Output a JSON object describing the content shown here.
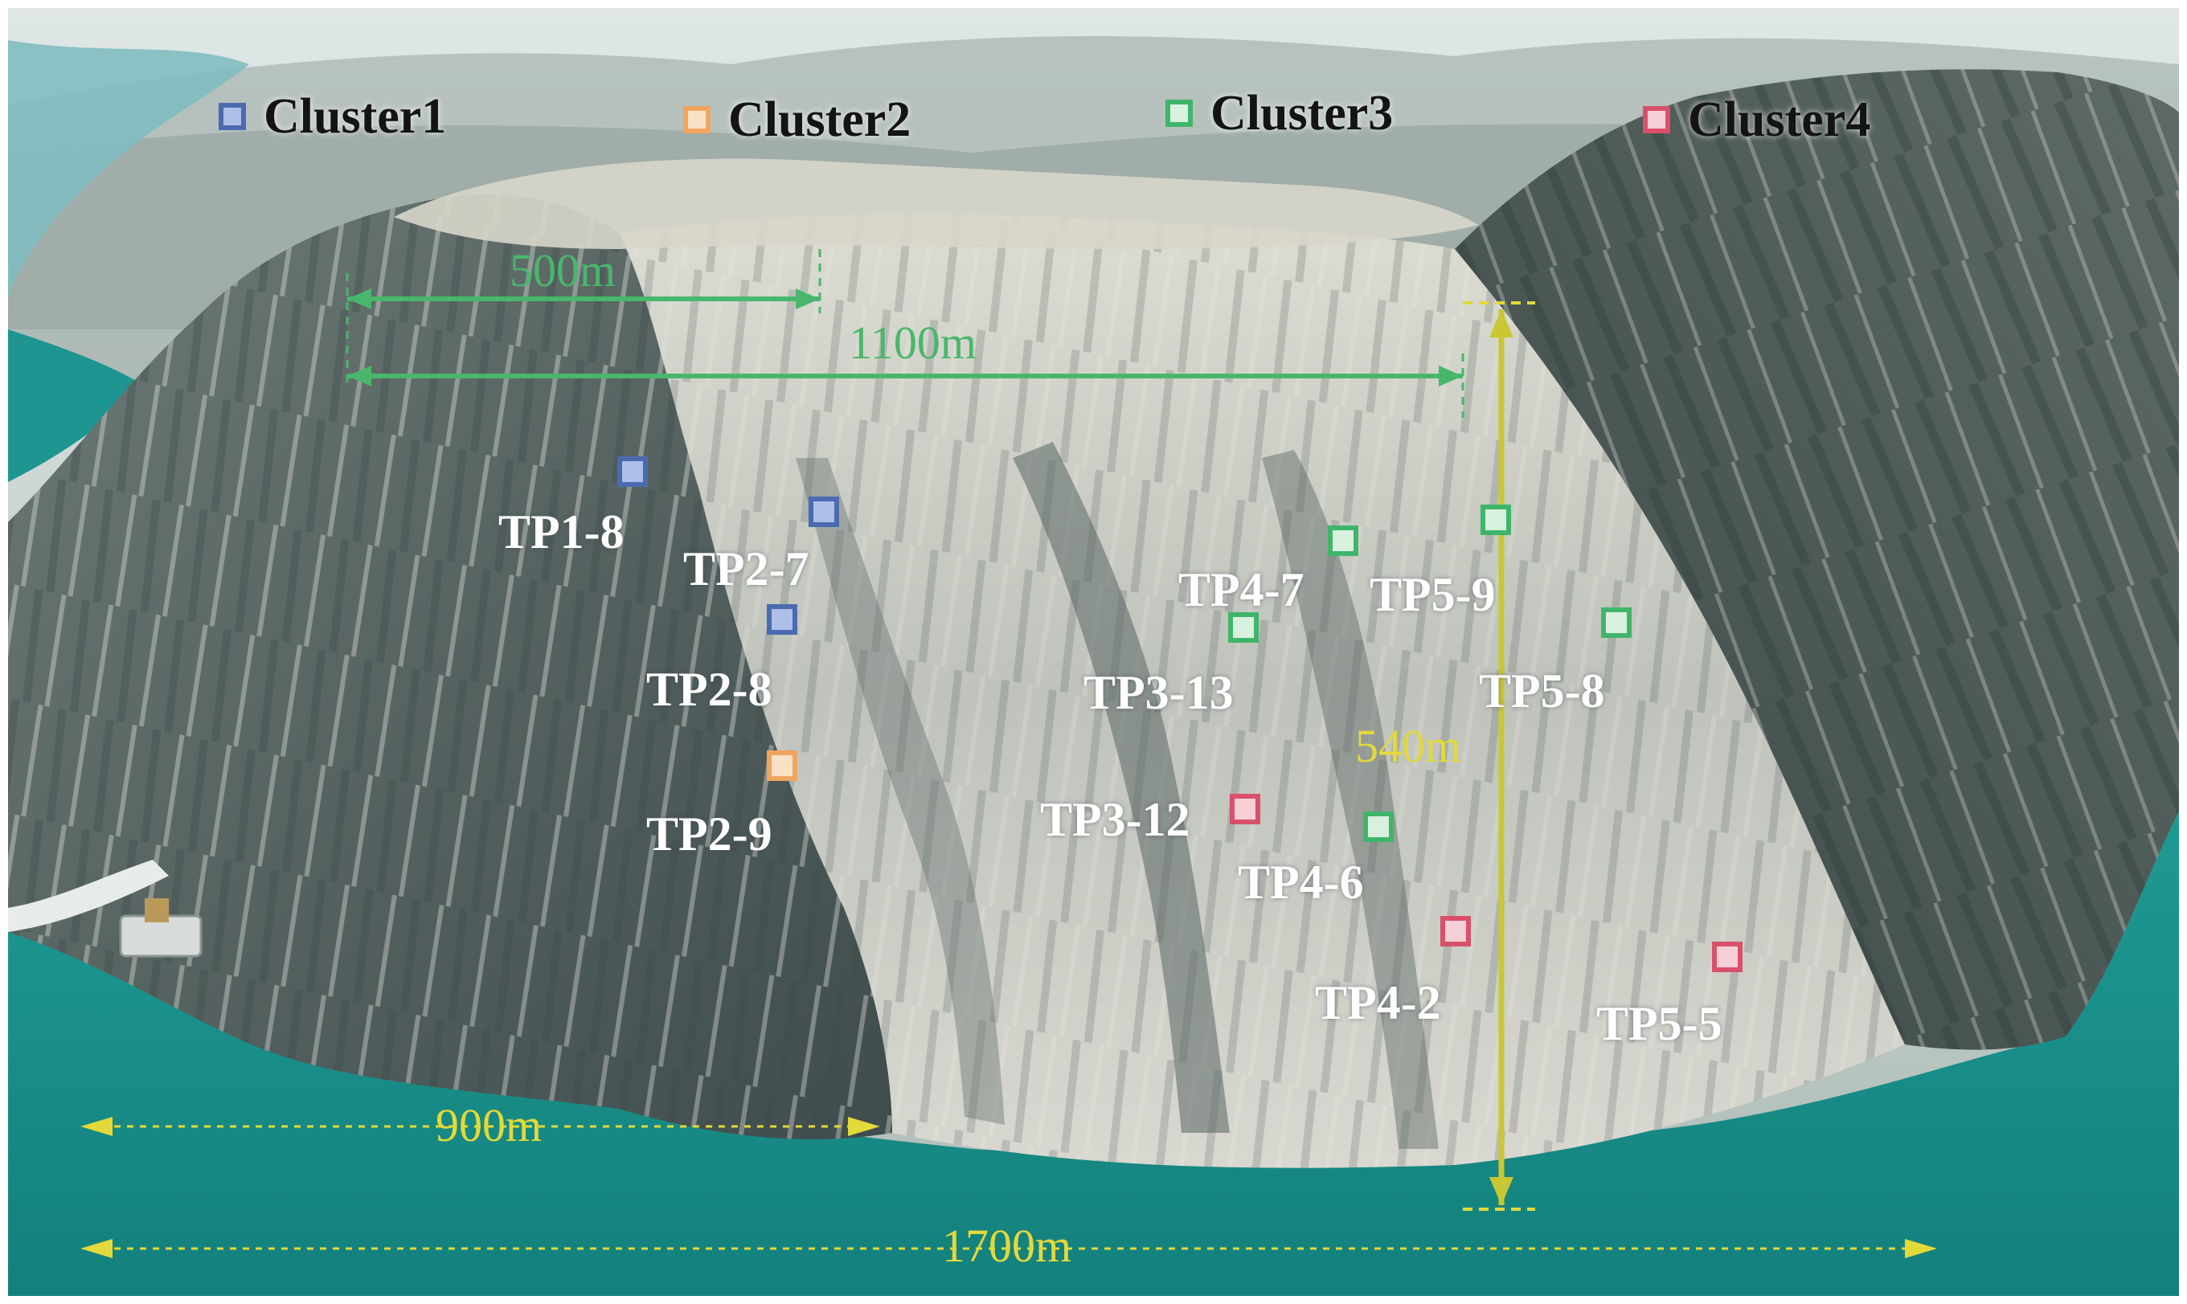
{
  "legend": [
    {
      "label": "Cluster1",
      "color": "#4a6bb0"
    },
    {
      "label": "Cluster2",
      "color": "#f0a560"
    },
    {
      "label": "Cluster3",
      "color": "#3fb56a"
    },
    {
      "label": "Cluster4",
      "color": "#d9506a"
    }
  ],
  "fills": {
    "Cluster1": "#aebfe8",
    "Cluster2": "#fbe1c6",
    "Cluster3": "#d8f0de",
    "Cluster4": "#f6d0d6"
  },
  "points": [
    {
      "label": "TP1-8",
      "cluster": "Cluster1"
    },
    {
      "label": "TP2-7",
      "cluster": "Cluster1"
    },
    {
      "label": "TP2-8",
      "cluster": "Cluster1"
    },
    {
      "label": "TP2-9",
      "cluster": "Cluster2"
    },
    {
      "label": "TP4-7",
      "cluster": "Cluster3"
    },
    {
      "label": "TP5-9",
      "cluster": "Cluster3"
    },
    {
      "label": "TP3-13",
      "cluster": "Cluster3"
    },
    {
      "label": "TP5-8",
      "cluster": "Cluster3"
    },
    {
      "label": "TP4-6",
      "cluster": "Cluster3"
    },
    {
      "label": "TP3-12",
      "cluster": "Cluster4"
    },
    {
      "label": "TP4-2",
      "cluster": "Cluster4"
    },
    {
      "label": "TP5-5",
      "cluster": "Cluster4"
    }
  ],
  "dimensions": {
    "d500": "500m",
    "d1100": "1100m",
    "d540": "540m",
    "d900": "900m",
    "d1700": "1700m"
  },
  "colors": {
    "water": "#1c8f8a",
    "rock_dark": "#4f5d5e",
    "rock_light": "#cfd2ca",
    "sky": "#c9d6d8",
    "dimension_green": "#49b76b",
    "dimension_yellow": "#e2d93a"
  }
}
